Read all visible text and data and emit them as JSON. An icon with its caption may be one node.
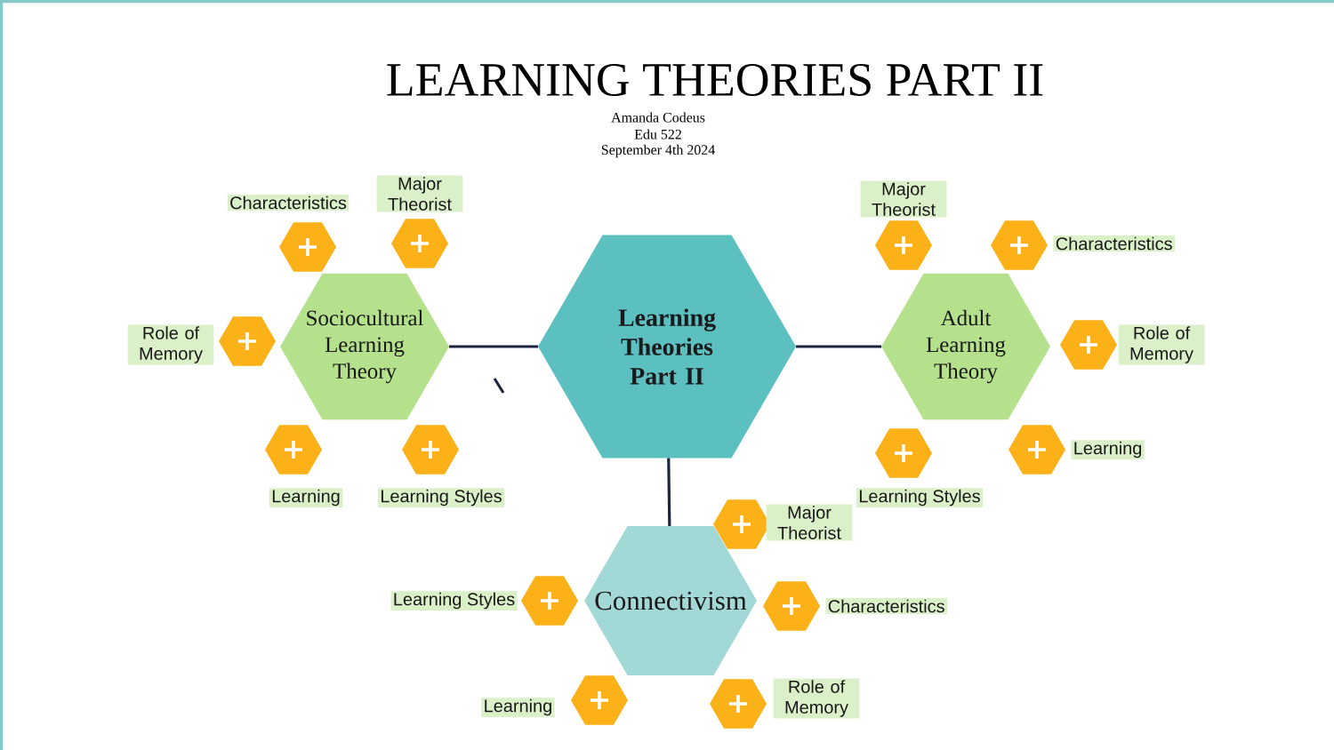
{
  "diagram": {
    "title": "LEARNING THEORIES PART II",
    "nodes": [
      {
        "text": [
          "Learning Theories Part II"
        ]
      },
      {
        "text": [
          "Sociocultural Learning Theory"
        ]
      },
      {
        "text": [],
        "shape": "hexagon",
        "beside": [
          "Characteristics"
        ]
      },
      {
        "text": [],
        "shape": "hexagon",
        "beside": [
          "Major Theorist"
        ]
      },
      {
        "text": [],
        "shape": "hexagon",
        "beside": [
          "Role of Memory"
        ]
      },
      {
        "text": [],
        "shape": "hexagon",
        "beside": [
          "Learning"
        ]
      },
      {
        "text": [],
        "shape": "hexagon",
        "beside": [
          "Learning Styles"
        ]
      },
      {
        "text": [
          "Adult Learning Theory"
        ]
      },
      {
        "text": [],
        "shape": "hexagon",
        "beside": [
          "Major Theorist"
        ]
      },
      {
        "text": [],
        "shape": "hexagon",
        "beside": [
          "Characteristics"
        ]
      },
      {
        "text": [],
        "shape": "hexagon",
        "beside": [
          "Role of Memory"
        ]
      },
      {
        "text": [],
        "shape": "hexagon",
        "beside": [
          "Learning Styles"
        ]
      },
      {
        "text": [],
        "shape": "hexagon",
        "beside": [
          "Learning"
        ]
      },
      {
        "text": [
          "Connectivism"
        ]
      },
      {
        "text": [],
        "shape": "hexagon",
        "beside": [
          "Major Theorist"
        ]
      },
      {
        "text": [],
        "shape": "hexagon",
        "beside": [
          "Learning Styles"
        ]
      },
      {
        "text": [],
        "shape": "hexagon",
        "beside": [
          "Characteristics"
        ]
      },
      {
        "text": [],
        "shape": "hexagon",
        "beside": [
          "Learning"
        ]
      },
      {
        "text": [],
        "shape": "hexagon",
        "beside": [
          "Role of Memory"
        ]
      }
    ],
    "edges": [
      {
        "from": 0,
        "to": 1,
        "arrow": "none"
      },
      {
        "from": 0,
        "to": 7,
        "arrow": "none"
      },
      {
        "from": 0,
        "to": 13,
        "arrow": "none"
      }
    ],
    "labels": [
      "Amanda Codeus",
      "Edu 522",
      "September 4th 2024"
    ]
  }
}
